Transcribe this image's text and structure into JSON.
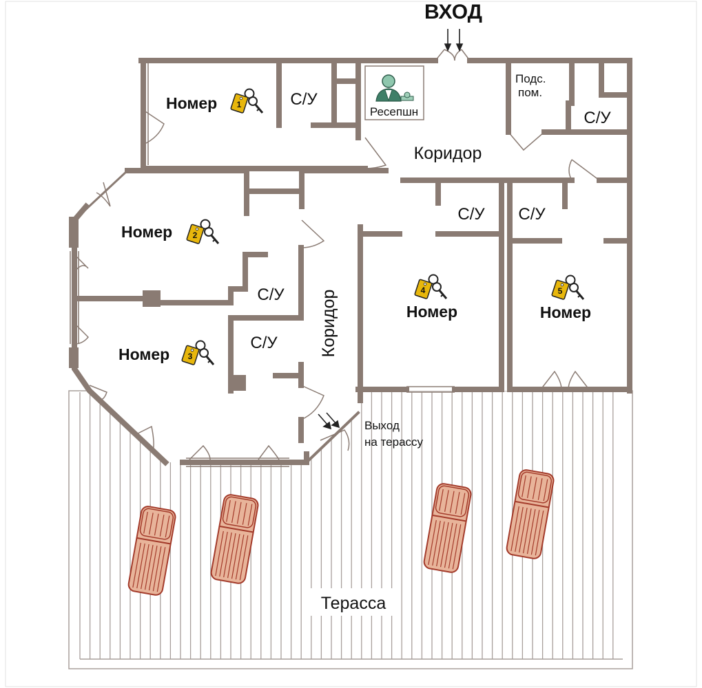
{
  "colors": {
    "wall": "#8a7b73",
    "deck": "#a89f9b",
    "chair_fill": "#e8b49a",
    "chair_stroke": "#a33a2a",
    "key_gold": "#e8b70c",
    "door_line": "#8a7b73"
  },
  "plan": {
    "entrance": "ВХОД",
    "reception": "Ресепшн",
    "utility_room": [
      "Подс.",
      "пом."
    ],
    "corridor_top": "Коридор",
    "corridor_side": "Коридор",
    "terrace": "Терасса",
    "terrace_exit": [
      "Выход",
      "на терассу"
    ],
    "bathroom": "С/У",
    "room_label": "Номер",
    "rooms": [
      {
        "key_number": "1"
      },
      {
        "key_number": "2"
      },
      {
        "key_number": "3"
      },
      {
        "key_number": "4"
      },
      {
        "key_number": "5"
      }
    ]
  },
  "icons": {
    "key": "key-icon",
    "receptionist": "receptionist-icon",
    "sunbed": "sunbed-icon",
    "arrow": "arrow-down-icon"
  }
}
